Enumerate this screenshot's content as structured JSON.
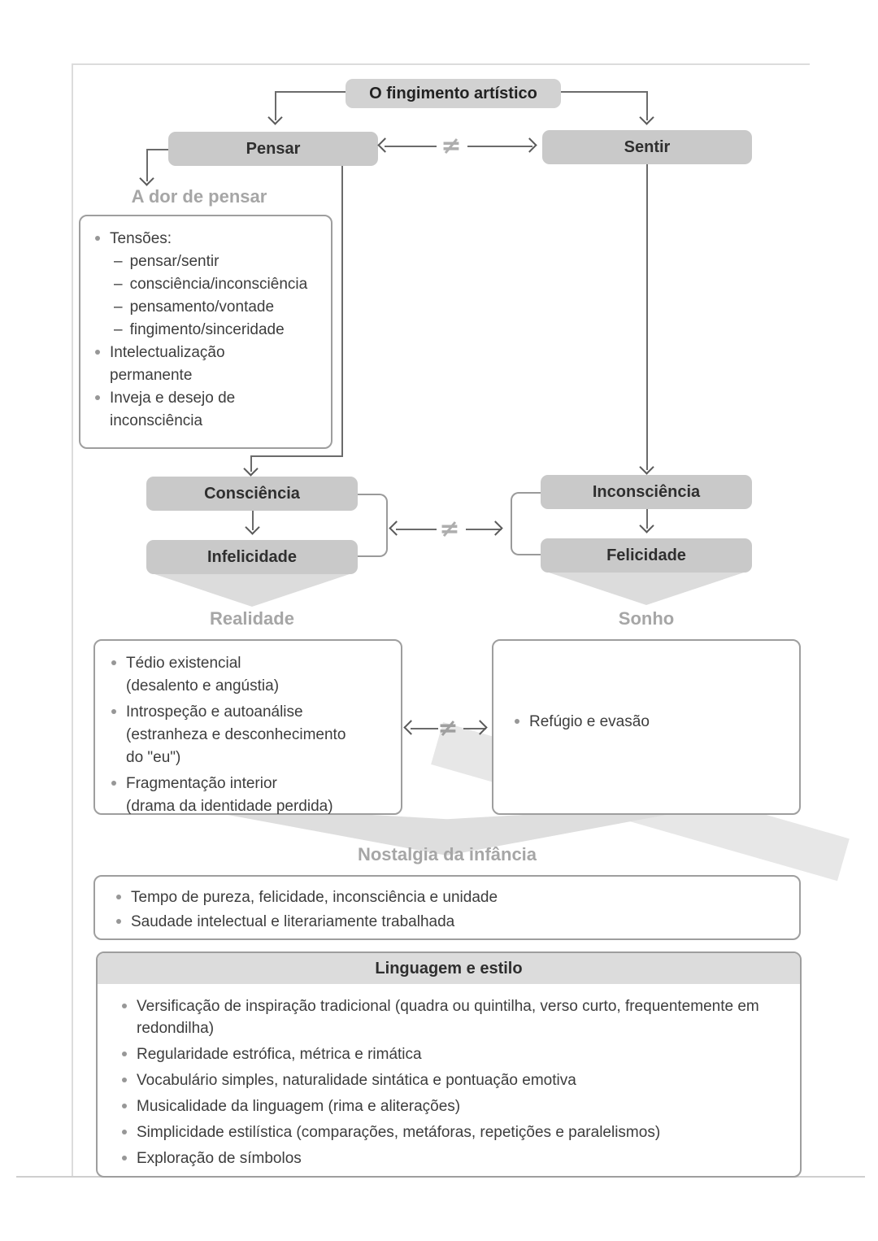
{
  "palette": {
    "node_fill": "#c9c9c9",
    "title_fill": "#d2d2d2",
    "heading_text": "#a6a6a6",
    "body_text": "#3d3d3d",
    "line": "#6b6b6b",
    "not_equal": "#aeaeae",
    "shade": "#dedede"
  },
  "symbols": {
    "not_equal": "≠",
    "dash": "–"
  },
  "nodes": {
    "title": "O fingimento artístico",
    "pensar": "Pensar",
    "sentir": "Sentir",
    "consciencia": "Consciência",
    "infelicidade": "Infelicidade",
    "inconsciencia": "Inconsciência",
    "felicidade": "Felicidade"
  },
  "pain": {
    "heading": "A dor de pensar",
    "items": [
      {
        "label": "Tensões:",
        "subs": [
          "pensar/sentir",
          "consciência/inconsciência",
          "pensamento/vontade",
          "fingimento/sinceridade"
        ]
      },
      {
        "label": "Intelectualização\npermanente"
      },
      {
        "label": "Inveja e desejo de\ninconsciência"
      }
    ]
  },
  "realidade": {
    "heading": "Realidade",
    "items": [
      "Tédio existencial\n(desalento e angústia)",
      "Introspeção e autoanálise\n(estranheza e desconhecimento\ndo \"eu\")",
      "Fragmentação interior\n(drama da identidade perdida)"
    ]
  },
  "sonho": {
    "heading": "Sonho",
    "items": [
      "Refúgio e evasão"
    ]
  },
  "nostalgia": {
    "heading": "Nostalgia da infância",
    "items": [
      "Tempo de pureza, felicidade, inconsciência e unidade",
      "Saudade intelectual e literariamente trabalhada"
    ]
  },
  "linguagem": {
    "title": "Linguagem e estilo",
    "items": [
      "Versificação de inspiração tradicional (quadra ou quintilha, verso curto, frequentemente em redondilha)",
      "Regularidade estrófica, métrica e rimática",
      "Vocabulário simples, naturalidade sintática e pontuação emotiva",
      "Musicalidade da linguagem (rima e aliterações)",
      "Simplicidade estilística (comparações, metáforas, repetições e paralelismos)",
      "Exploração de símbolos"
    ]
  }
}
